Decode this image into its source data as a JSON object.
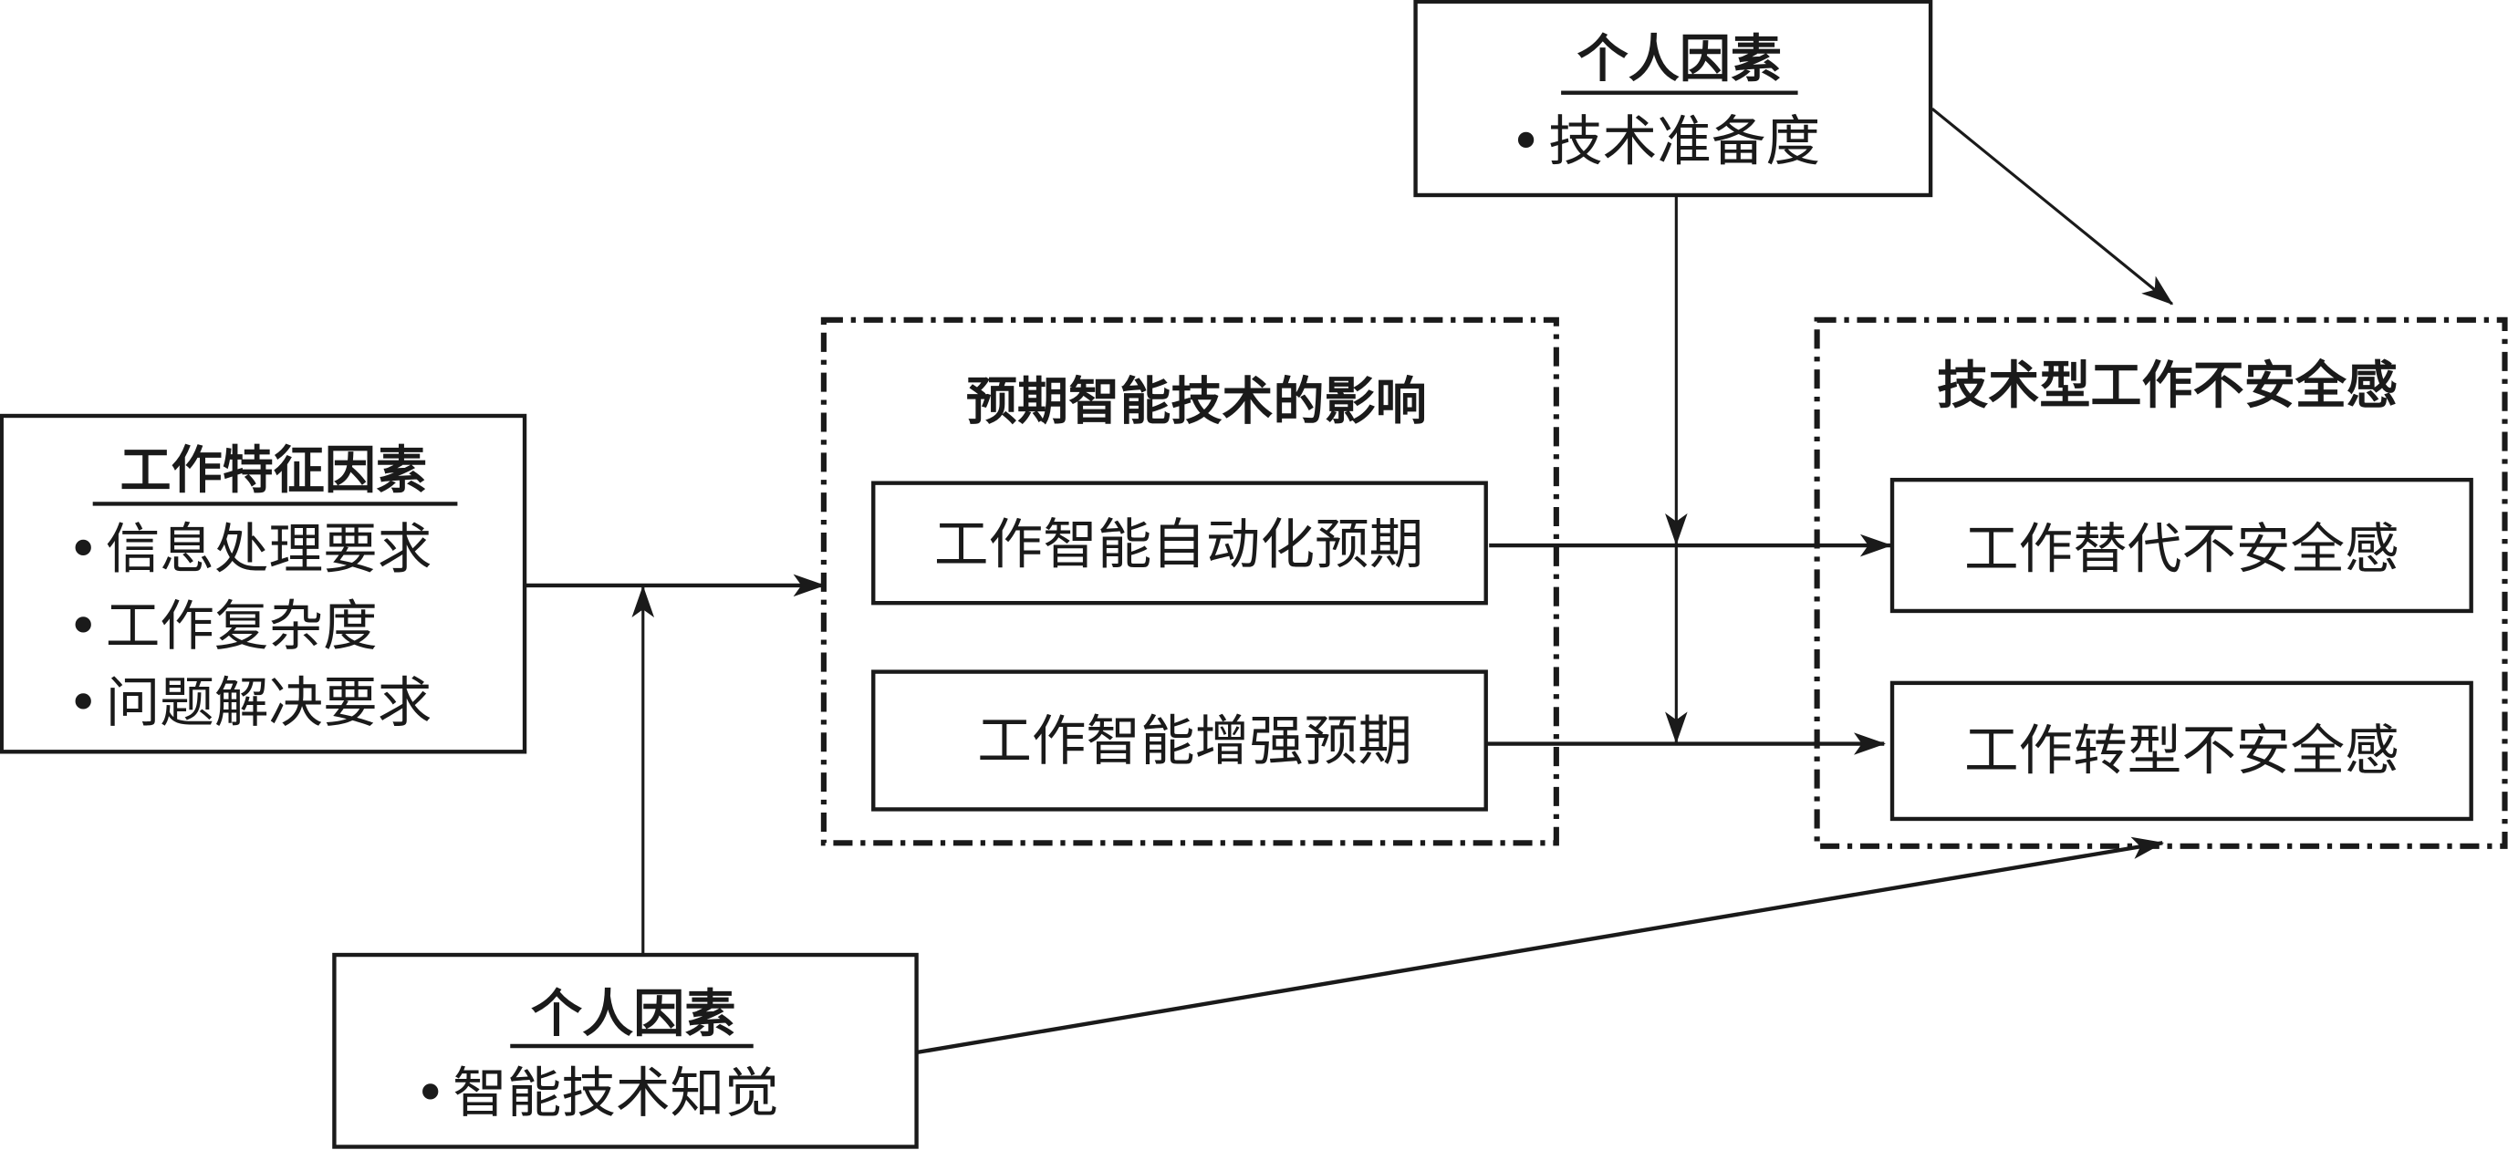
{
  "diagram": {
    "work_features": {
      "title": "工作特征因素",
      "items": [
        "信息处理要求",
        "工作复杂度",
        "问题解决要求"
      ]
    },
    "personal_top": {
      "title": "个人因素",
      "items": [
        "技术准备度"
      ]
    },
    "personal_bottom": {
      "title": "个人因素",
      "items": [
        "智能技术知觉"
      ]
    },
    "expected_impact": {
      "title": "预期智能技术的影响",
      "boxes": [
        "工作智能自动化预期",
        "工作智能增强预期"
      ]
    },
    "job_insecurity": {
      "title": "技术型工作不安全感",
      "boxes": [
        "工作替代不安全感",
        "工作转型不安全感"
      ]
    },
    "bullet": "•"
  }
}
